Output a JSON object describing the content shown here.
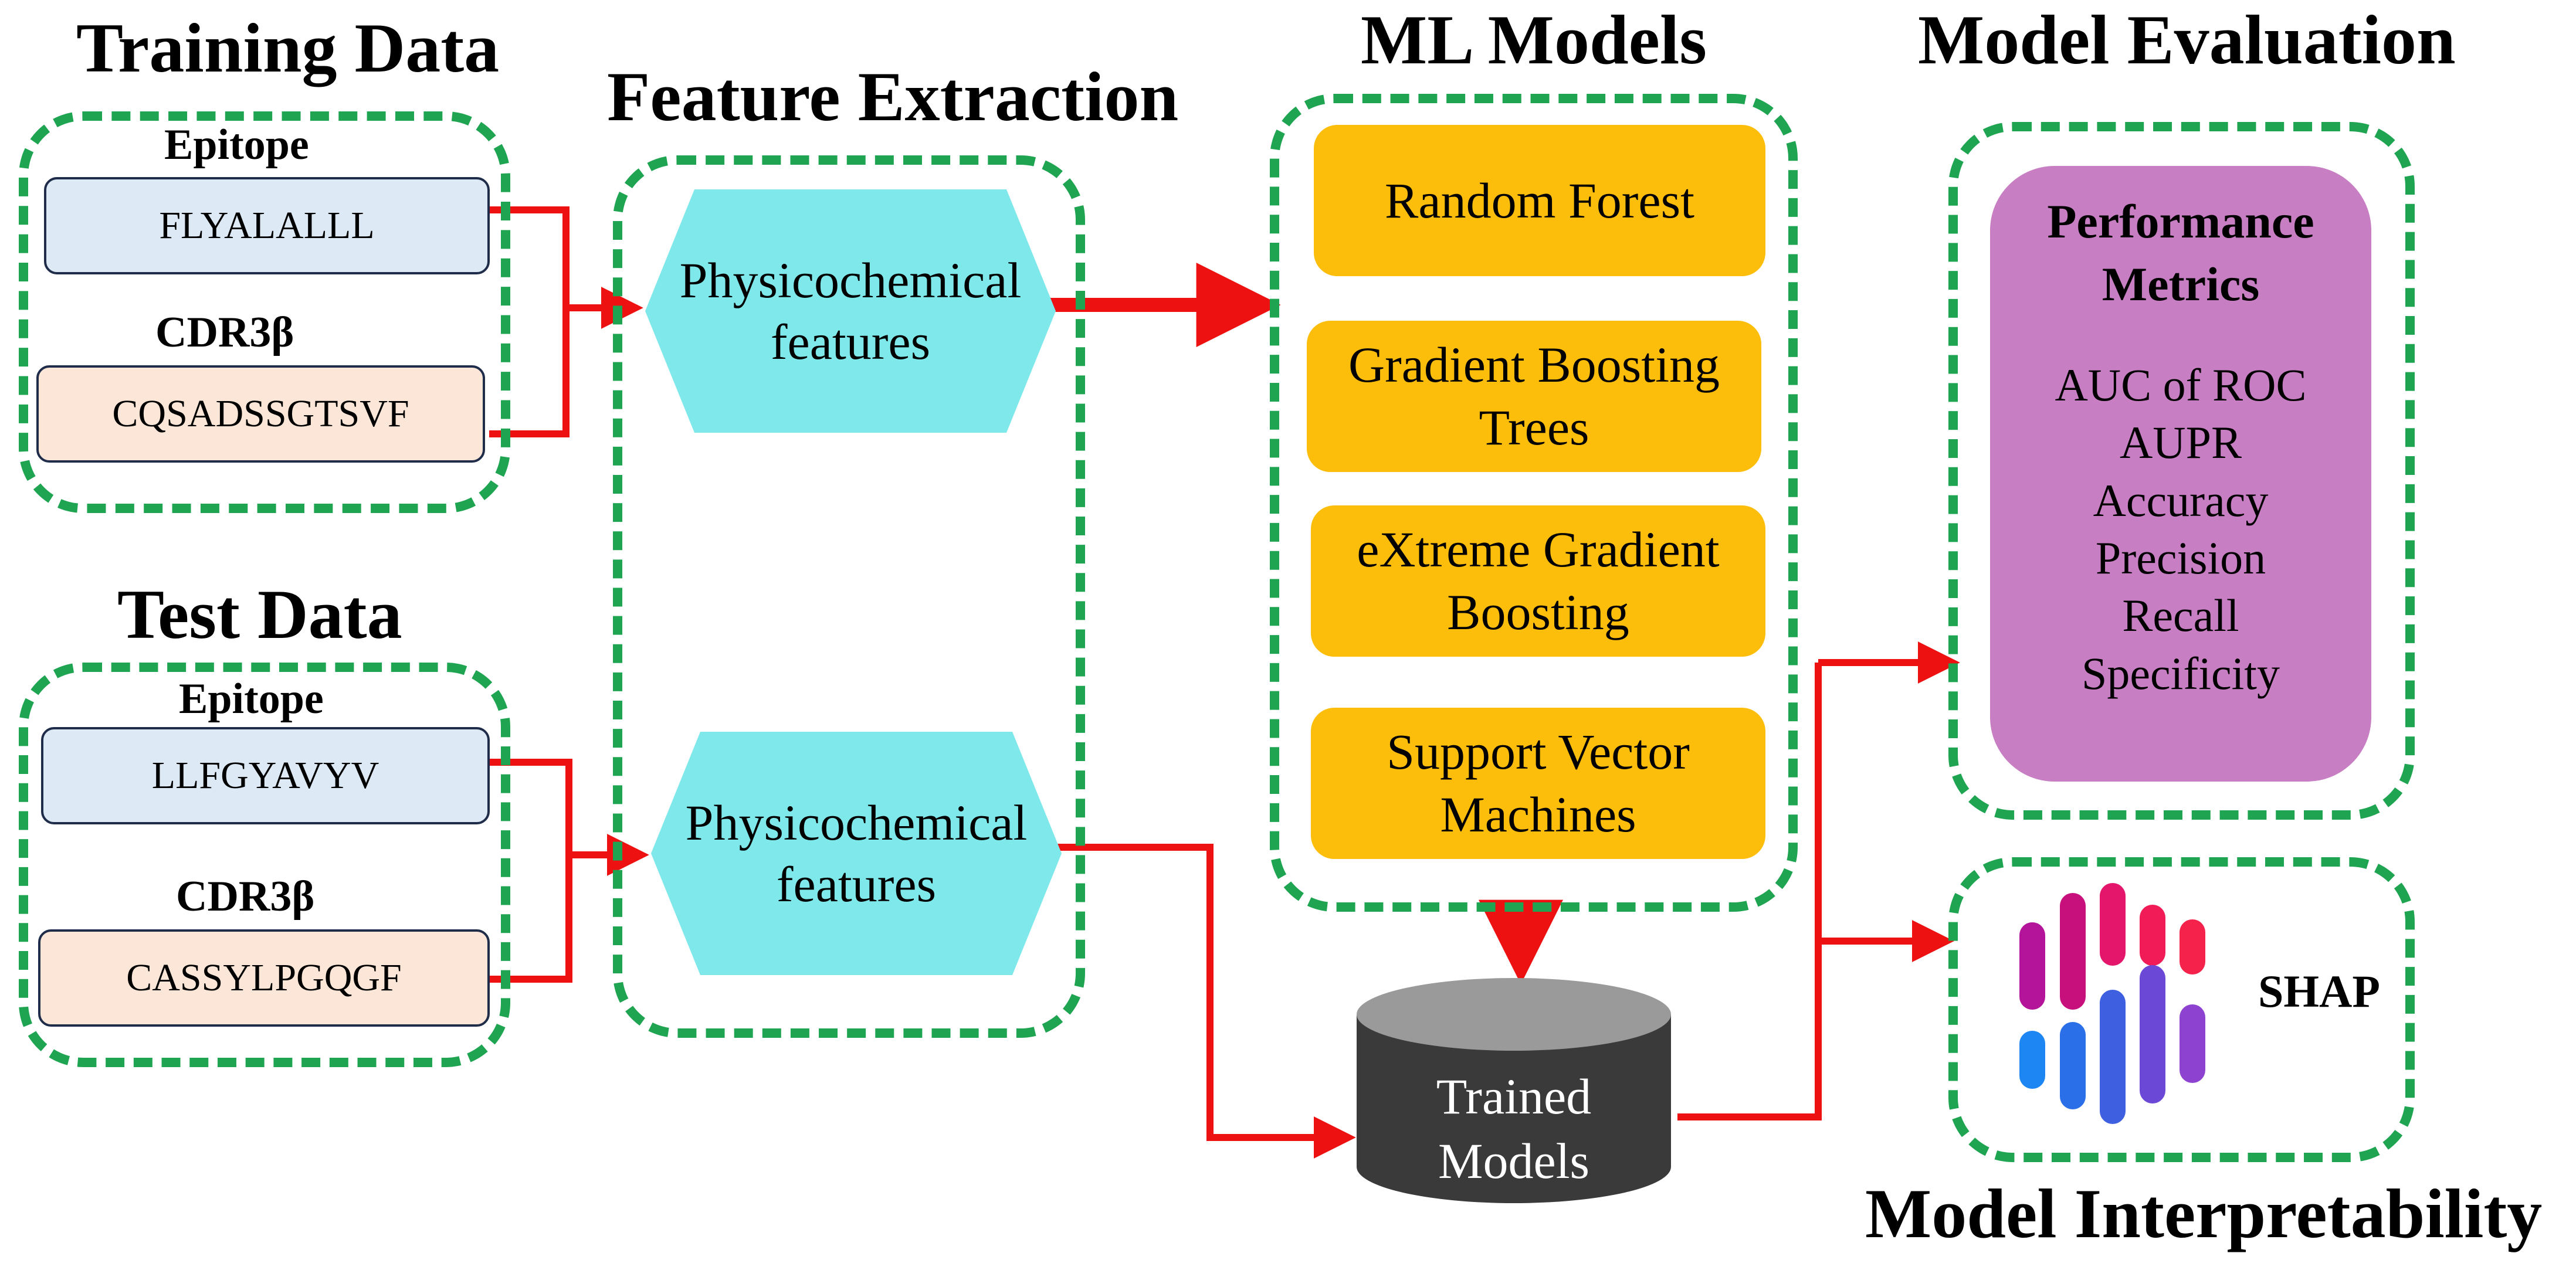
{
  "titles": {
    "training": "Training Data",
    "test": "Test Data",
    "features": "Feature Extraction",
    "models": "ML Models",
    "evaluation": "Model Evaluation",
    "interpretability": "Model Interpretability"
  },
  "training": {
    "epitope_label": "Epitope",
    "epitope_seq": "FLYALALLL",
    "cdr_label": "CDR3β",
    "cdr_seq": "CQSADSSGTSVF"
  },
  "test": {
    "epitope_label": "Epitope",
    "epitope_seq": "LLFGYAVYV",
    "cdr_label": "CDR3β",
    "cdr_seq": "CASSYLPGQGF"
  },
  "features": {
    "top": [
      "Physicochemical",
      "features"
    ],
    "bottom": [
      "Physicochemical",
      "features"
    ]
  },
  "models": [
    [
      "Random Forest"
    ],
    [
      "Gradient Boosting",
      "Trees"
    ],
    [
      "eXtreme Gradient",
      "Boosting"
    ],
    [
      "Support Vector",
      "Machines"
    ]
  ],
  "trained": [
    "Trained",
    "Models"
  ],
  "metrics": {
    "heading": [
      "Performance",
      "Metrics"
    ],
    "items": [
      "AUC of ROC",
      "AUPR",
      "Accuracy",
      "Precision",
      "Recall",
      "Specificity"
    ]
  },
  "shap": {
    "label": "SHAP"
  },
  "colors": {
    "dashed_border": "#1fa451",
    "arrow": "#ee1111",
    "hexagon": "#7ee8ea",
    "model_box": "#fdbd0b",
    "metrics_box": "#c77ec2",
    "cylinder": "#3a3a3a",
    "seq_blue": "#dde9f5",
    "seq_peach": "#fbe6d8"
  }
}
